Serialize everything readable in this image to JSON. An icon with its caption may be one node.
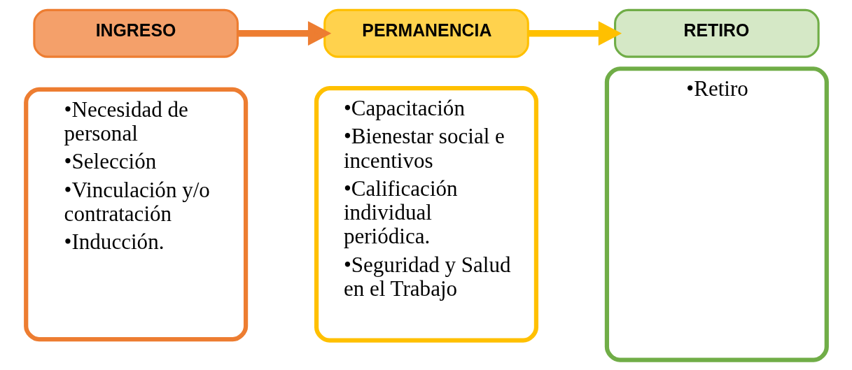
{
  "diagram": {
    "nodes": [
      {
        "text": [
          "INGRESO"
        ]
      },
      {
        "text": [
          "•Necesidad de personal",
          "•Selección",
          "•Vinculación y/o contratación",
          "•Inducción."
        ]
      },
      {
        "text": [
          "PERMANENCIA"
        ]
      },
      {
        "text": [
          "•Capacitación",
          "•Bienestar social e incentivos",
          "•Calificación individual periódica.",
          "•Seguridad y Salud en el Trabajo"
        ]
      },
      {
        "text": [
          "RETIRO"
        ]
      },
      {
        "text": [
          "•Retiro"
        ]
      }
    ],
    "edges": [
      {
        "from": 0,
        "to": 2,
        "arrow": "to",
        "color": "#ed7d31"
      },
      {
        "from": 2,
        "to": 4,
        "arrow": "to",
        "color": "#ffc000"
      }
    ]
  }
}
